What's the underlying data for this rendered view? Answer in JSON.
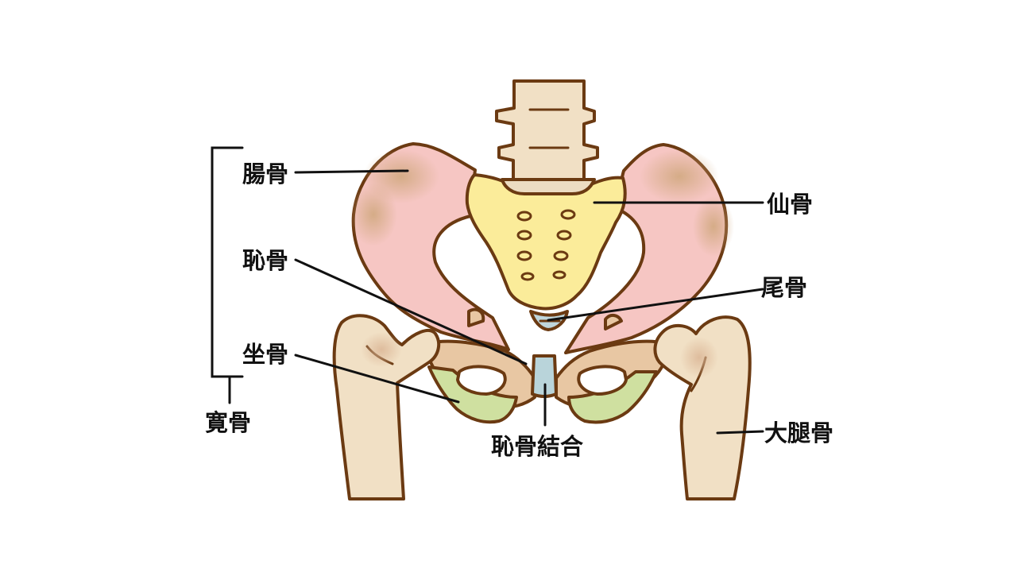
{
  "labels": {
    "ilium": "腸骨",
    "pubis": "恥骨",
    "ischium": "坐骨",
    "hip_bone": "寛骨",
    "sacrum": "仙骨",
    "coccyx": "尾骨",
    "pubic_symphysis": "恥骨結合",
    "femur": "大腿骨"
  },
  "colors": {
    "outline": "#6b3a12",
    "ilium": "#f6c6c3",
    "ilium_shade": "#d9b48f",
    "sacrum": "#fbec9a",
    "coccyx": "#bfd6dc",
    "bone": "#f1e0c5",
    "pubis": "#e8c7a3",
    "ischium": "#cfe0a0",
    "symphysis": "#b9d4da"
  }
}
